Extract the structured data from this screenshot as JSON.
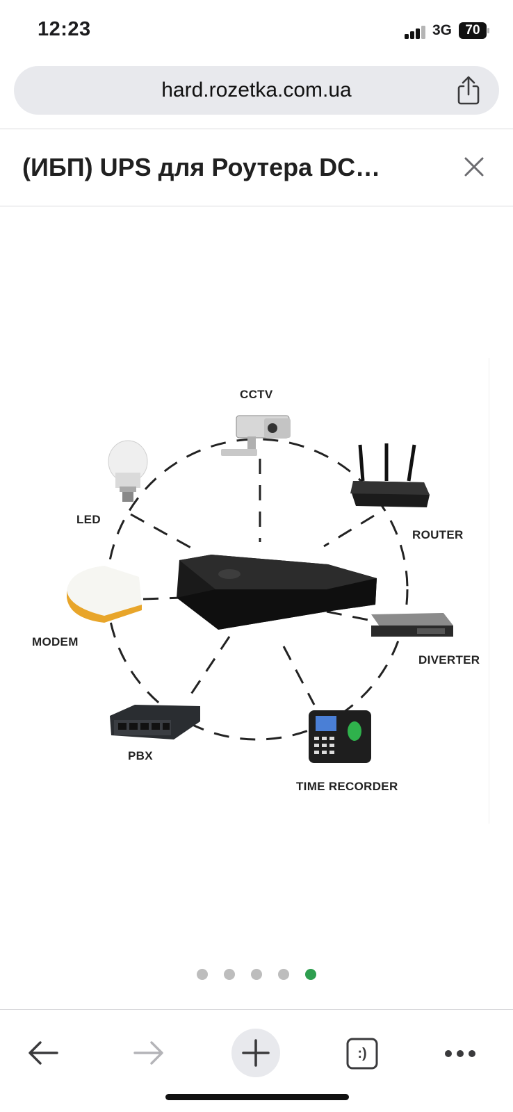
{
  "status_bar": {
    "time": "12:23",
    "network": "3G",
    "battery": "70"
  },
  "browser": {
    "url": "hard.rozetka.com.ua",
    "share_icon": "share-icon"
  },
  "page": {
    "title": "(ИБП) UPS для Роутера DC…",
    "close_icon": "close-icon"
  },
  "image": {
    "labels": {
      "cctv": "CCTV",
      "led": "LED",
      "router": "ROUTER",
      "modem": "MODEM",
      "diverter": "DIVERTER",
      "pbx": "PBX",
      "time_recorder": "TIME RECORDER"
    }
  },
  "pagination": {
    "count": 5,
    "active_index": 4,
    "active_color": "#2e9e4f",
    "inactive_color": "#bdbdbd"
  },
  "toolbar": {
    "back_icon": "back-arrow-icon",
    "forward_icon": "forward-arrow-icon",
    "new_tab_icon": "plus-icon",
    "tabs_label": ":)",
    "menu_icon": "more-dots-icon"
  }
}
